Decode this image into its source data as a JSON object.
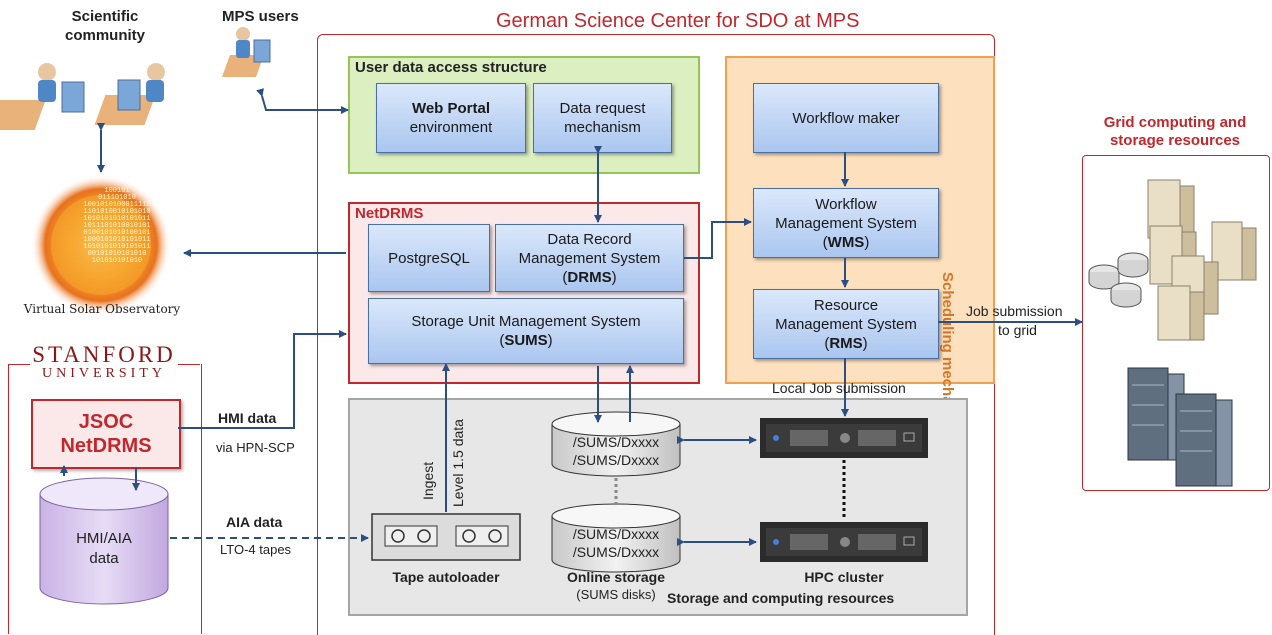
{
  "labels": {
    "scientific_community": [
      "Scientific",
      "community"
    ],
    "mps_users": "MPS users",
    "german_center": "German Science Center for SDO at MPS",
    "grid": [
      "Grid computing and",
      "storage resources"
    ],
    "vso": "Virtual Solar Observatory",
    "vso_binary": [
      "100101",
      "011101010",
      "1001010100011110",
      "1101010010101010",
      "1010101010101011",
      "1011101010010101",
      "0100101010100101",
      "1000101010101011",
      "1010101010101011",
      "00101010101010",
      "101010101010"
    ],
    "stanford": "STANFORD",
    "university": "UNIVERSITY"
  },
  "user_data": {
    "title": "User data access structure",
    "web_portal_bold": "Web Portal",
    "web_portal_rest": "environment",
    "data_request": [
      "Data request",
      "mechanism"
    ]
  },
  "scheduling": {
    "title": "Scheduling mechanism",
    "workflow_maker": "Workflow maker",
    "wms": [
      "Workflow",
      "Management System"
    ],
    "wms_abbr": "WMS",
    "rms": [
      "Resource",
      "Management System"
    ],
    "rms_abbr": "RMS"
  },
  "netdrms": {
    "title": "NetDRMS",
    "postgres": "PostgreSQL",
    "drms": [
      "Data Record",
      "Management System"
    ],
    "drms_abbr": "DRMS",
    "sums": "Storage Unit Management System",
    "sums_abbr": "SUMS"
  },
  "storage": {
    "title": "Storage and computing resources",
    "tape": "Tape autoloader",
    "online": "Online storage",
    "online_sub": "(SUMS disks)",
    "hpc": "HPC cluster",
    "disk1": [
      "/SUMS/Dxxxx",
      "/SUMS/Dxxxx"
    ],
    "disk2": [
      "/SUMS/Dxxxx",
      "/SUMS/Dxxxx"
    ],
    "ingest": [
      "Ingest",
      "Level 1.5 data"
    ]
  },
  "links": {
    "job_grid": [
      "Job submission",
      "to grid"
    ],
    "local_job": "Local Job submission",
    "hmi_data": "HMI data",
    "via": "via HPN-SCP",
    "aia_data": "AIA data",
    "lto": "LTO-4 tapes"
  },
  "jsoc": {
    "title": [
      "JSOC",
      "NetDRMS"
    ],
    "hmi_aia": [
      "HMI/AIA",
      "data"
    ]
  },
  "colors": {
    "arrow": "#2b4f82",
    "red": "#c0282d",
    "orange": "#f0a050",
    "green": "#96c35a"
  }
}
